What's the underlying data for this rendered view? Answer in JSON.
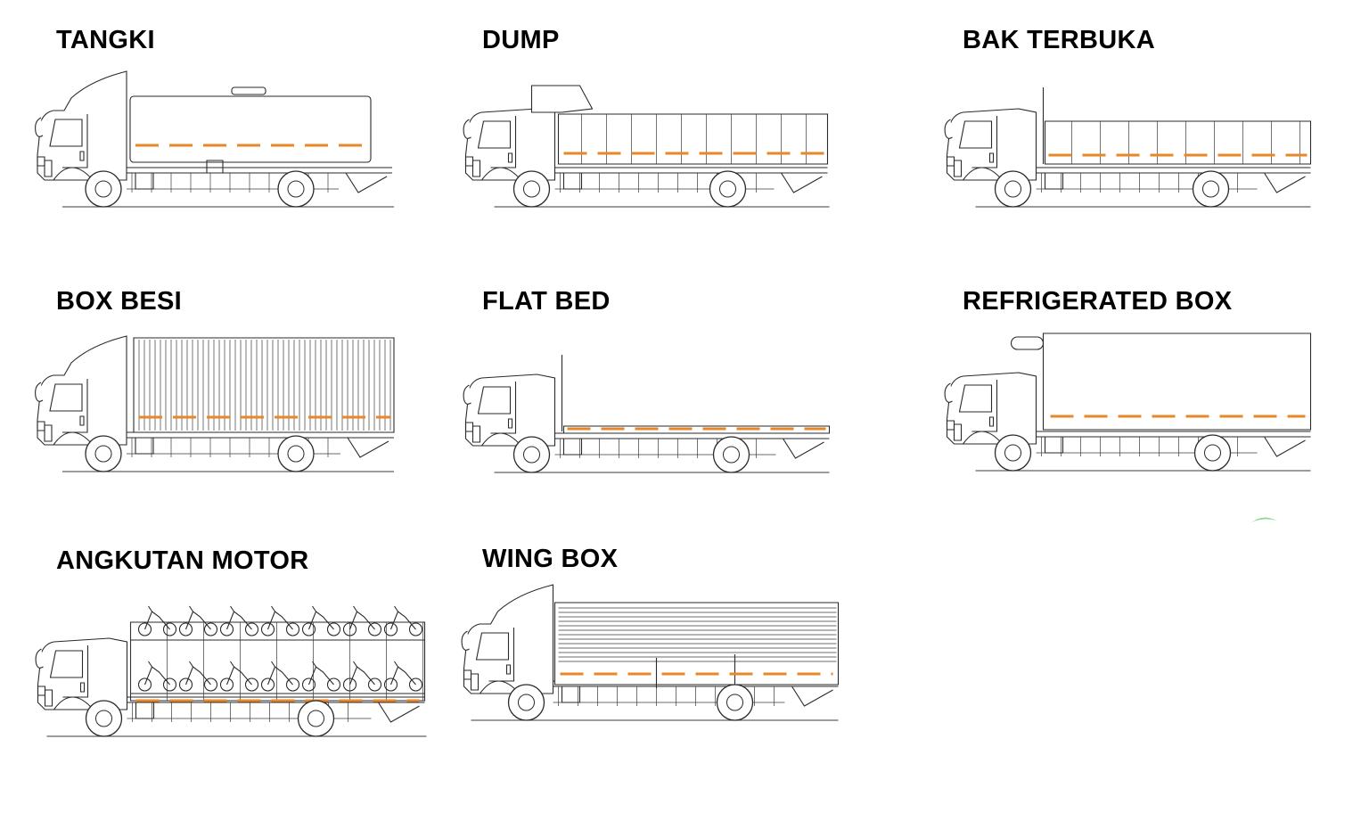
{
  "colors": {
    "accent": "#e8872a",
    "line": "#2a2a2a",
    "label": "#000000",
    "background": "#ffffff"
  },
  "variants": [
    {
      "id": "tangki",
      "label": "TANGKI",
      "body": "tank"
    },
    {
      "id": "dump",
      "label": "DUMP",
      "body": "dump"
    },
    {
      "id": "bak-terbuka",
      "label": "BAK TERBUKA",
      "body": "open-bed"
    },
    {
      "id": "box-besi",
      "label": "BOX BESI",
      "body": "steel-box"
    },
    {
      "id": "flat-bed",
      "label": "FLAT BED",
      "body": "flat-bed"
    },
    {
      "id": "refrigerated-box",
      "label": "REFRIGERATED BOX",
      "body": "reefer"
    },
    {
      "id": "angkutan-motor",
      "label": "ANGKUTAN MOTOR",
      "body": "motorcycle-carrier"
    },
    {
      "id": "wing-box",
      "label": "WING BOX",
      "body": "wing-box"
    }
  ]
}
